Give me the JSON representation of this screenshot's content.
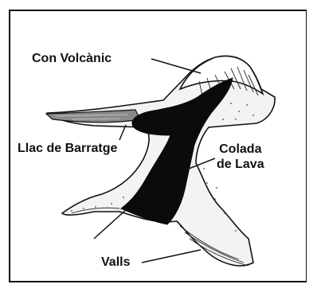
{
  "labels": {
    "volcano": "Con Volcànic",
    "lake": "Llac de Barratge",
    "lava_line1": "Colada",
    "lava_line2": "de Lava",
    "valleys": "Valls"
  },
  "colors": {
    "ink": "#111111",
    "lava": "#0b0b0b",
    "lake_water": "#8a8a8a",
    "background": "#ffffff"
  }
}
